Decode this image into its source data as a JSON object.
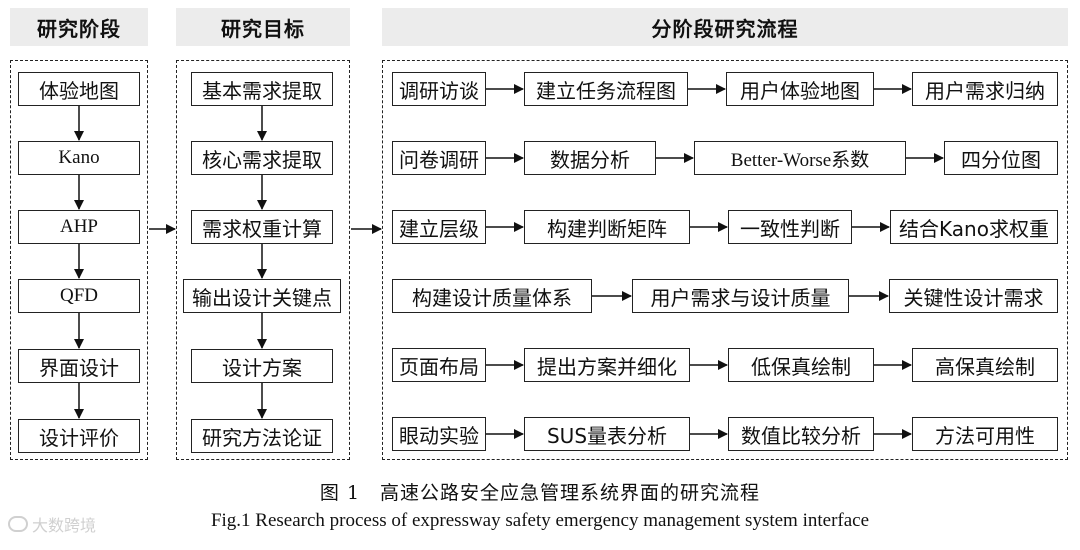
{
  "headers": {
    "stages": "研究阶段",
    "goals": "研究目标",
    "process": "分阶段研究流程"
  },
  "stages": [
    "体验地图",
    "Kano",
    "AHP",
    "QFD",
    "界面设计",
    "设计评价"
  ],
  "goals": [
    "基本需求提取",
    "核心需求提取",
    "需求权重计算",
    "输出设计关键点",
    "设计方案",
    "研究方法论证"
  ],
  "process_rows": [
    [
      "调研访谈",
      "建立任务流程图",
      "用户体验地图",
      "用户需求归纳"
    ],
    [
      "问卷调研",
      "数据分析",
      "Better-Worse系数",
      "四分位图"
    ],
    [
      "建立层级",
      "构建判断矩阵",
      "一致性判断",
      "结合Kano求权重"
    ],
    [
      "构建设计质量体系",
      "用户需求与设计质量",
      "关键性设计需求"
    ],
    [
      "页面布局",
      "提出方案并细化",
      "低保真绘制",
      "高保真绘制"
    ],
    [
      "眼动实验",
      "SUS量表分析",
      "数值比较分析",
      "方法可用性"
    ]
  ],
  "caption": {
    "cn": "图 1　高速公路安全应急管理系统界面的研究流程",
    "en": "Fig.1 Research process of expressway safety emergency management system interface"
  },
  "watermark": "大数跨境"
}
